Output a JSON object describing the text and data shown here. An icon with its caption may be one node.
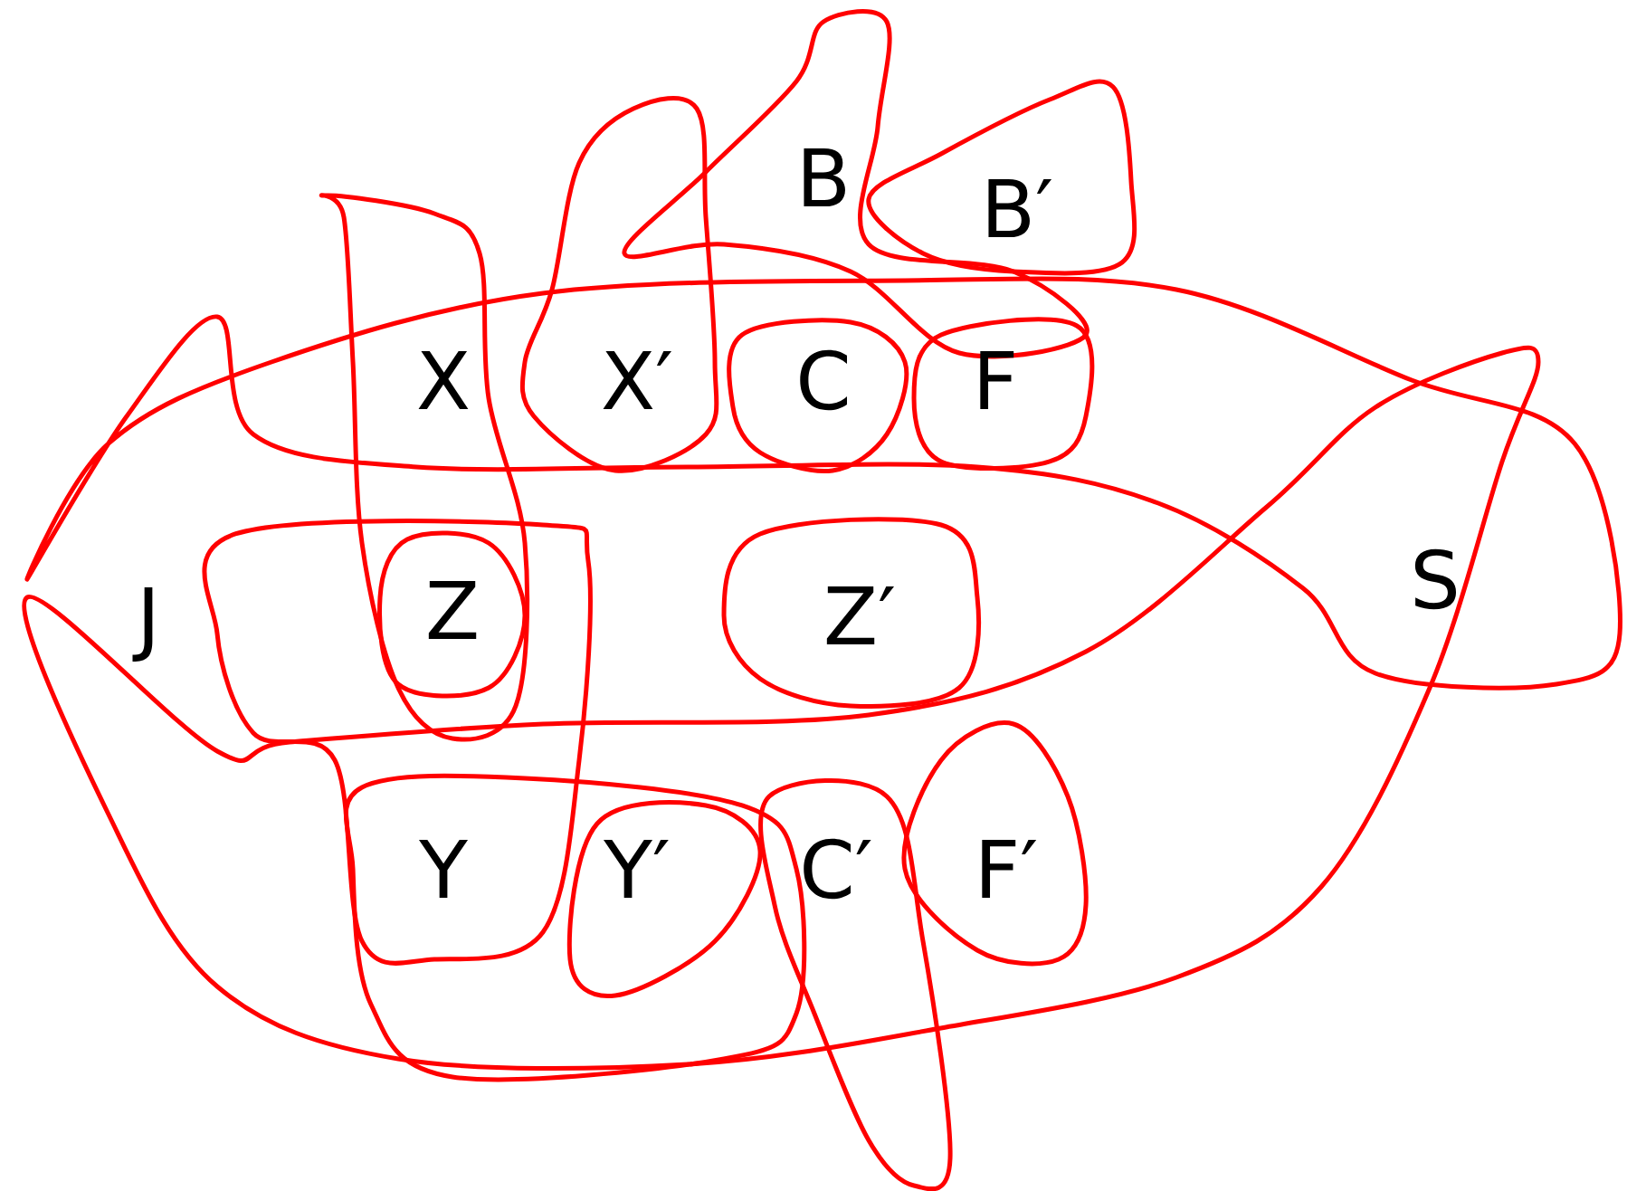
{
  "diagram": {
    "labels": [
      "B",
      "B′",
      "X",
      "X′",
      "C",
      "F",
      "J",
      "Z",
      "Z′",
      "S",
      "Y",
      "Y′",
      "C′",
      "F′"
    ]
  }
}
